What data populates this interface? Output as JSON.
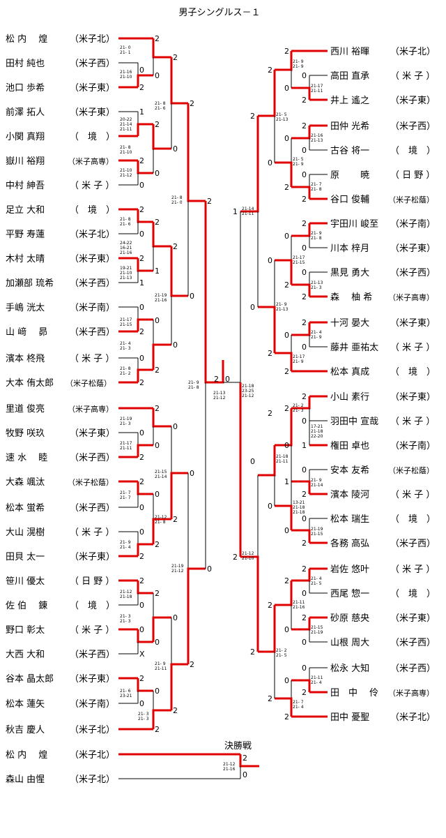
{
  "title": "男子シングルス－１",
  "final_label": "決勝戦",
  "left_players": [
    {
      "name": "松 内　 煌",
      "team": "（米子北）"
    },
    {
      "name": "田村 純也",
      "team": "（米子西）"
    },
    {
      "name": "池口 歩希",
      "team": "（米子東）"
    },
    {
      "name": "前澤 拓人",
      "team": "（米子東）"
    },
    {
      "name": "小関 真翔",
      "team": "（　境　）"
    },
    {
      "name": "嶽川 裕翔",
      "team": "（米子高専）"
    },
    {
      "name": "中村 紳吾",
      "team": "（ 米 子 ）"
    },
    {
      "name": "足立 大和",
      "team": "（　境　）"
    },
    {
      "name": "平野 寿蓮",
      "team": "（米子北）"
    },
    {
      "name": "木村 太晴",
      "team": "（米子東）"
    },
    {
      "name": "加瀬部 琉希",
      "team": "（米子西）"
    },
    {
      "name": "手嶋 洸太",
      "team": "（米子南）"
    },
    {
      "name": "山 﨑　 昴",
      "team": "（米子西）"
    },
    {
      "name": "濱本 柊飛",
      "team": "（ 米 子 ）"
    },
    {
      "name": "大本 侑太郎",
      "team": "（米子松蔭）"
    },
    {
      "name": "里道 俊亮",
      "team": "（米子高専）"
    },
    {
      "name": "牧野 咲玖",
      "team": "（米子東）"
    },
    {
      "name": "速 水　 睦",
      "team": "（米子西）"
    },
    {
      "name": "大森 颯汰",
      "team": "（米子松蔭）"
    },
    {
      "name": "松本 蛍希",
      "team": "（米子西）"
    },
    {
      "name": "大山 滉樹",
      "team": "（ 米 子 ）"
    },
    {
      "name": "田貝 太一",
      "team": "（米子東）"
    },
    {
      "name": "笹川 優太",
      "team": "（ 日 野 ）"
    },
    {
      "name": "佐 伯　 錬",
      "team": "（　境　）"
    },
    {
      "name": "野口 彰太",
      "team": "（ 米 子 ）"
    },
    {
      "name": "大西 大和",
      "team": "（米子西）"
    },
    {
      "name": "谷本 晶太郎",
      "team": "（米子東）"
    },
    {
      "name": "松本 蓮矢",
      "team": "（米子南）"
    },
    {
      "name": "秋吉 慶人",
      "team": "（米子北）"
    }
  ],
  "right_players": [
    {
      "name": "西川 裕暉",
      "team": "（米子北）"
    },
    {
      "name": "高田 直承",
      "team": "（ 米 子 ）"
    },
    {
      "name": "井上 遙之",
      "team": "（米子東）"
    },
    {
      "name": "田仲 光希",
      "team": "（米子西）"
    },
    {
      "name": "古谷 将一",
      "team": "（　境　）"
    },
    {
      "name": "原　　 暁",
      "team": "（ 日 野 ）"
    },
    {
      "name": "谷口 俊輔",
      "team": "（米子松蔭）"
    },
    {
      "name": "宇田川 峻至",
      "team": "（米子南）"
    },
    {
      "name": "川本 梓月",
      "team": "（米子東）"
    },
    {
      "name": "黒見 勇大",
      "team": "（米子西）"
    },
    {
      "name": "森　 柚 希",
      "team": "（米子高専）"
    },
    {
      "name": "十河 晏大",
      "team": "（米子東）"
    },
    {
      "name": "藤井 亜祐太",
      "team": "（ 米 子 ）"
    },
    {
      "name": "松本 真成",
      "team": "（　境　）"
    },
    {
      "name": "小山 素行",
      "team": "（米子東）"
    },
    {
      "name": "羽田中 宣哉",
      "team": "（ 米 子 ）"
    },
    {
      "name": "権田 卓也",
      "team": "（米子南）"
    },
    {
      "name": "安本 友希",
      "team": "（米子松蔭）"
    },
    {
      "name": "濱本 陵河",
      "team": "（ 米 子 ）"
    },
    {
      "name": "松本 瑞生",
      "team": "（　境　）"
    },
    {
      "name": "各務 高弘",
      "team": "（米子西）"
    },
    {
      "name": "岩佐 悠叶",
      "team": "（ 米 子 ）"
    },
    {
      "name": "西尾 惣一",
      "team": "（　境　）"
    },
    {
      "name": "砂原 慈央",
      "team": "（米子東）"
    },
    {
      "name": "山根 周大",
      "team": "（米子西）"
    },
    {
      "name": "松永 大知",
      "team": "（米子西）"
    },
    {
      "name": "田　中　 伶",
      "team": "（米子高専）"
    },
    {
      "name": "田中 憂聖",
      "team": "（米子北）"
    }
  ],
  "final_players": [
    {
      "name": "松 内　 煌",
      "team": "（米子北）"
    },
    {
      "name": "森山 由惺",
      "team": "（米子北）"
    }
  ],
  "results": {
    "two": "2",
    "one": "1",
    "zero": "0",
    "walkover": "X"
  },
  "scores": {
    "L_r1_a": [
      "21- 0",
      "21- 1"
    ],
    "L_r1_b": [
      "21-16",
      "21-10"
    ],
    "L_r2_a": [
      "21- 8",
      "21- 6"
    ],
    "L_r1_c": [
      "20-22",
      "21-14",
      "21-11"
    ],
    "L_r1_d": [
      "21- 8",
      "21-10"
    ],
    "L_r1_e": [
      "21-10",
      "21-12"
    ],
    "L_qf_a": [
      "21- 8",
      "21- 0"
    ],
    "L_r1_f": [
      "21- 8",
      "21- 6"
    ],
    "L_r1_g": [
      "24-22",
      "16-21",
      "21-16"
    ],
    "L_r1_h": [
      "19-21",
      "21-10",
      "21-13"
    ],
    "L_r2_b": [
      "21-19",
      "21-16"
    ],
    "L_r1_i": [
      "21-17",
      "21-15"
    ],
    "L_r1_j": [
      "21- 4",
      "21- 3"
    ],
    "L_r1_k": [
      "21- 8",
      "21- 2"
    ],
    "L_sf": [
      "21- 9",
      "21- 8"
    ],
    "L_r1_l": [
      "21-19",
      "21- 3"
    ],
    "L_r1_m": [
      "21-17",
      "21-11"
    ],
    "L_r2_c": [
      "21-15",
      "21-14"
    ],
    "L_r1_n": [
      "21- 7",
      "21- 7"
    ],
    "L_r1_o": [
      "21-12",
      "21- 8"
    ],
    "L_r1_p": [
      "21- 9",
      "21- 4"
    ],
    "L_qf_b": [
      "21-19",
      "21-12"
    ],
    "L_r1_q": [
      "21-12",
      "21-18"
    ],
    "L_r1_r": [
      "21- 3",
      "21- 3"
    ],
    "L_r2_d": [
      "21- 9",
      "21-11"
    ],
    "L_r1_s": [
      "21- 6",
      "23-21"
    ],
    "L_r1_t": [
      "21- 3",
      "21- 3"
    ],
    "CENTER_L": [
      "21-13",
      "21-12"
    ],
    "CENTER_R": [
      "21-18",
      "23-25",
      "21-12"
    ],
    "R_r1_a": [
      "21- 9",
      "21- 9"
    ],
    "R_r1_b": [
      "21-17",
      "21-11"
    ],
    "R_r2_a": [
      "21- 5",
      "21-13"
    ],
    "R_r1_c": [
      "21-16",
      "21-13"
    ],
    "R_r1_d": [
      "21- 5",
      "21- 9"
    ],
    "R_r1_e": [
      "21- 7",
      "21- 8"
    ],
    "R_qf_a": [
      "21-14",
      "21-11"
    ],
    "R_r1_f": [
      "21- 9",
      "21- 8"
    ],
    "R_r1_g": [
      "21-17",
      "21-15"
    ],
    "R_r1_h": [
      "21-13",
      "21- 3"
    ],
    "R_r2_b": [
      "21- 9",
      "21-13"
    ],
    "R_r1_i": [
      "21- 4",
      "21- 9"
    ],
    "R_r1_j": [
      "21-17",
      "21- 9"
    ],
    "R_r1_k": [
      "21- 2",
      "21- 3"
    ],
    "R_r1_l": [
      "17-21",
      "21-18",
      "22-20"
    ],
    "R_r2_c": [
      "21-18",
      "21-11"
    ],
    "R_r1_m": [
      "21- 9",
      "21-14"
    ],
    "R_r1_n": [
      "13-21",
      "21-18",
      "21-18"
    ],
    "R_r1_o": [
      "21-19",
      "21-15"
    ],
    "R_qf_b": [
      "21-12",
      "21-10"
    ],
    "R_r1_p": [
      "21- 4",
      "21- 5"
    ],
    "R_r1_q": [
      "21-11",
      "21-16"
    ],
    "R_r1_r": [
      "21-15",
      "21-19"
    ],
    "R_r2_d": [
      "21- 2",
      "21- 5"
    ],
    "R_r1_s": [
      "21-11",
      "21- 4"
    ],
    "R_r1_t": [
      "21- 7",
      "21- 4"
    ],
    "FINAL": [
      "21-12",
      "21-16"
    ]
  }
}
